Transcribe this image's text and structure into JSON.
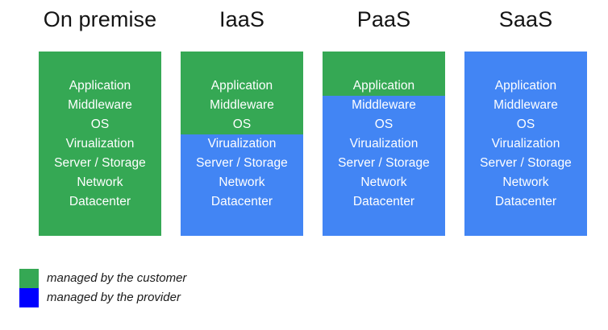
{
  "colors": {
    "customer_green": "#35a854",
    "provider_blue": "#4285f4",
    "legend_green": "#35a854",
    "legend_blue": "#0000ff",
    "title_text": "#141414",
    "layer_text": "#ffffff",
    "background": "#ffffff"
  },
  "layer_names": [
    "Application",
    "Middleware",
    "OS",
    "Virualization",
    "Server / Storage",
    "Network",
    "Datacenter"
  ],
  "columns": [
    {
      "title": "On premise",
      "layers": [
        {
          "label": "Application",
          "owner": "customer"
        },
        {
          "label": "Middleware",
          "owner": "customer"
        },
        {
          "label": "OS",
          "owner": "customer"
        },
        {
          "label": "Virualization",
          "owner": "customer"
        },
        {
          "label": "Server / Storage",
          "owner": "customer"
        },
        {
          "label": "Network",
          "owner": "customer"
        },
        {
          "label": "Datacenter",
          "owner": "customer"
        }
      ]
    },
    {
      "title": "IaaS",
      "layers": [
        {
          "label": "Application",
          "owner": "customer"
        },
        {
          "label": "Middleware",
          "owner": "customer"
        },
        {
          "label": "OS",
          "owner": "customer"
        },
        {
          "label": "Virualization",
          "owner": "provider"
        },
        {
          "label": "Server / Storage",
          "owner": "provider"
        },
        {
          "label": "Network",
          "owner": "provider"
        },
        {
          "label": "Datacenter",
          "owner": "provider"
        }
      ]
    },
    {
      "title": "PaaS",
      "layers": [
        {
          "label": "Application",
          "owner": "customer"
        },
        {
          "label": "Middleware",
          "owner": "provider"
        },
        {
          "label": "OS",
          "owner": "provider"
        },
        {
          "label": "Virualization",
          "owner": "provider"
        },
        {
          "label": "Server / Storage",
          "owner": "provider"
        },
        {
          "label": "Network",
          "owner": "provider"
        },
        {
          "label": "Datacenter",
          "owner": "provider"
        }
      ]
    },
    {
      "title": "SaaS",
      "layers": [
        {
          "label": "Application",
          "owner": "provider"
        },
        {
          "label": "Middleware",
          "owner": "provider"
        },
        {
          "label": "OS",
          "owner": "provider"
        },
        {
          "label": "Virualization",
          "owner": "provider"
        },
        {
          "label": "Server / Storage",
          "owner": "provider"
        },
        {
          "label": "Network",
          "owner": "provider"
        },
        {
          "label": "Datacenter",
          "owner": "provider"
        }
      ]
    }
  ],
  "legend": [
    {
      "swatch": "customer",
      "label": "managed by the customer"
    },
    {
      "swatch": "provider",
      "label": "managed by the provider"
    }
  ]
}
